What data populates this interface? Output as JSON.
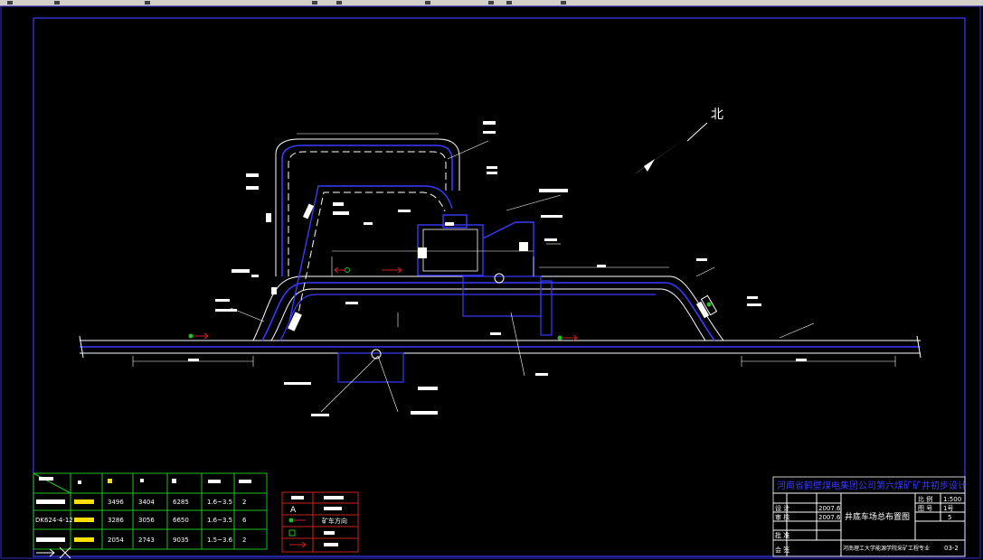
{
  "colors": {
    "background": "#000000",
    "frame": "#3a3aff",
    "track_blue": "#3a3aff",
    "track_white": "#ffffff",
    "legend_red": "#cc2020",
    "table_green": "#20c020",
    "highlight_yellow": "#ffe000"
  },
  "drawing": {
    "north_label": "北",
    "gauge_label": "轨中心线",
    "station_label": "井底车场总布置图",
    "shaft_label": "副井中心线"
  },
  "params_table": {
    "rows": [
      {
        "name": "",
        "a": "3496",
        "b": "3404",
        "L": "6285",
        "ratio": "1.6~3.5",
        "count": "2"
      },
      {
        "name": "DK624-4-12",
        "a": "3286",
        "b": "3056",
        "L": "6650",
        "ratio": "1.6~3.5",
        "count": "6"
      },
      {
        "name": "",
        "a": "2054",
        "b": "2743",
        "L": "9035",
        "ratio": "1.5~3.6",
        "count": "2"
      }
    ]
  },
  "legend": {
    "items": [
      {
        "icon": "triangle-symbol-icon",
        "text": ""
      },
      {
        "icon": "green-signal-arrow-icon",
        "text": "矿车方向"
      },
      {
        "icon": "green-box-icon",
        "text": ""
      },
      {
        "icon": "red-arrow-icon",
        "text": ""
      }
    ]
  },
  "title_block": {
    "org": "河南省鹤壁煤电集团公司第六煤矿矿井初步设计",
    "drawing_title": "井底车场总布置图",
    "rows": [
      {
        "role": "设 计",
        "date": "2007.6"
      },
      {
        "role": "审 核",
        "date": "2007.6"
      },
      {
        "role": "批 准",
        "date": ""
      },
      {
        "role": "会 签",
        "date": ""
      }
    ],
    "scale_label": "比 例",
    "scale_value": "1:500",
    "sheet_label": "图 号",
    "sheet_value": "1号",
    "page_value": "5",
    "footer": "河南理工大学能源学院采矿工程专业",
    "drawing_no": "03-2"
  }
}
